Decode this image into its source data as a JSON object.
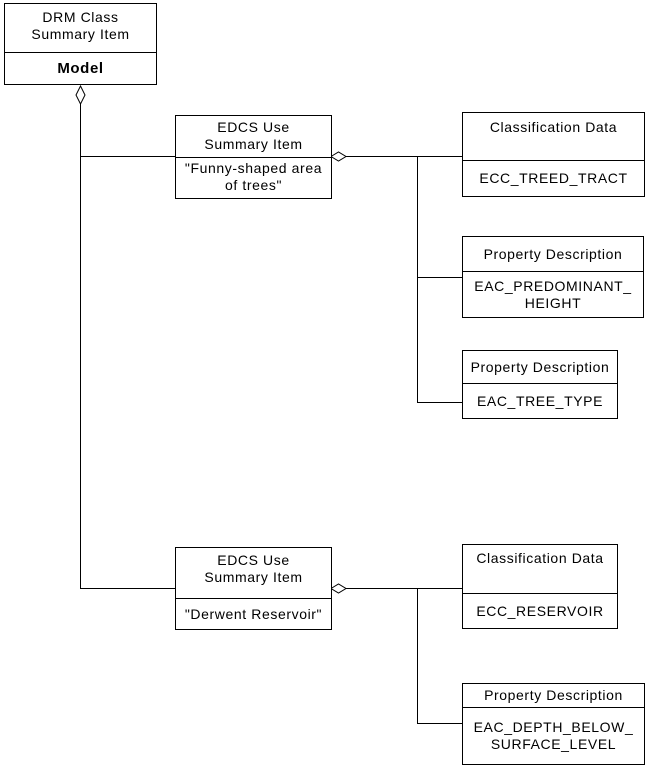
{
  "diagram": {
    "kind": "uml-aggregation-diagram",
    "colors": {
      "background": "#ffffff",
      "box_fill": "#ffffff",
      "box_border": "#000000",
      "line": "#000000",
      "text": "#000000"
    },
    "root_box": {
      "title": "DRM Class\nSummary Item",
      "value": "Model"
    },
    "groups": [
      {
        "use_box": {
          "title": "EDCS Use\nSummary Item",
          "value": "\"Funny-shaped area\nof trees\""
        },
        "children": [
          {
            "title": "Classification Data",
            "value": "ECC_TREED_TRACT"
          },
          {
            "title": "Property Description",
            "value": "EAC_PREDOMINANT_\nHEIGHT"
          },
          {
            "title": "Property Description",
            "value": "EAC_TREE_TYPE"
          }
        ]
      },
      {
        "use_box": {
          "title": "EDCS Use\nSummary Item",
          "value": "\"Derwent Reservoir\""
        },
        "children": [
          {
            "title": "Classification Data",
            "value": "ECC_RESERVOIR"
          },
          {
            "title": "Property Description",
            "value": "EAC_DEPTH_BELOW_\nSURFACE_LEVEL"
          }
        ]
      }
    ]
  }
}
